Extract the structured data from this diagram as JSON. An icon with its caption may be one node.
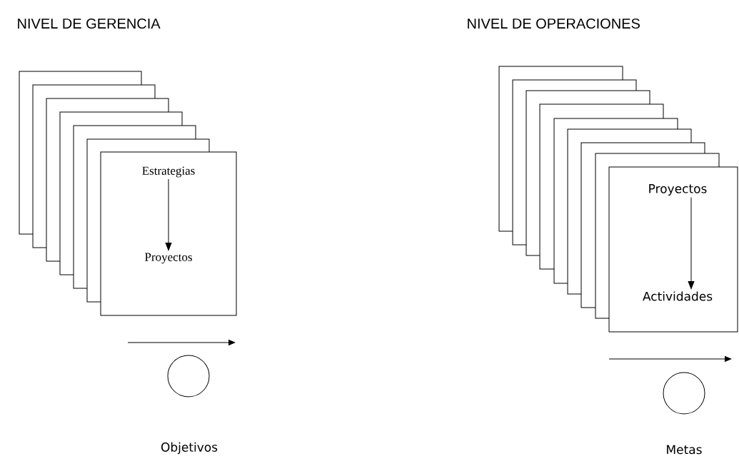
{
  "diagram": {
    "nodes": [
      {
        "text": [],
        "shape": "box"
      },
      {
        "text": [
          "Estrategias"
        ],
        "in": 0
      },
      {
        "text": [
          "Proyectos"
        ],
        "in": 0
      },
      {
        "text": [],
        "shape": "circle",
        "beside": [
          "Objetivos"
        ]
      },
      {
        "text": [],
        "shape": "box"
      },
      {
        "text": [
          "Proyectos"
        ],
        "in": 4
      },
      {
        "text": [
          "Actividades"
        ],
        "in": 4
      },
      {
        "text": [],
        "shape": "circle",
        "beside": [
          "Metas"
        ]
      }
    ],
    "edges": [
      {
        "from": 1,
        "to": 2,
        "arrow": "to"
      },
      {
        "from": 5,
        "to": 6,
        "arrow": "to"
      }
    ],
    "labels": [
      "NIVEL DE GERENCIA",
      "NIVEL DE OPERACIONES"
    ]
  }
}
